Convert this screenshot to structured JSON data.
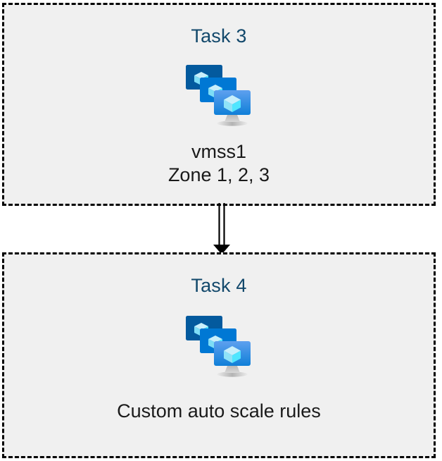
{
  "diagram": {
    "type": "flow",
    "background": "#ffffff",
    "box_fill": "#f0f0f0",
    "box_border_color": "#000000",
    "title_color": "#12486b",
    "caption_color": "#1a1a1a",
    "nodes": [
      {
        "id": "task-3",
        "title": "Task 3",
        "icon": "azure-vm-scale-set-icon",
        "caption_lines": [
          "vmss1",
          "Zone 1, 2, 3"
        ]
      },
      {
        "id": "task-4",
        "title": "Task 4",
        "icon": "azure-vm-scale-set-icon",
        "caption_lines": [
          "Custom auto scale rules"
        ]
      }
    ],
    "edges": [
      {
        "id": "task3-to-task4",
        "from": "task-3",
        "to": "task-4",
        "style": "double-line",
        "arrowhead": "filled-triangle",
        "color": "#000000"
      }
    ],
    "icon_palette": {
      "monitor_back": "#035A9E",
      "monitor_mid": "#0078D4",
      "monitor_front_top": "#5EA0EF",
      "monitor_front_bottom": "#0F7FD8",
      "cube_light": "#C3F1FF",
      "cube_mid": "#9CE7FB",
      "cube_dark": "#50E6FF",
      "stand_gray": "#A6A6A6"
    }
  }
}
